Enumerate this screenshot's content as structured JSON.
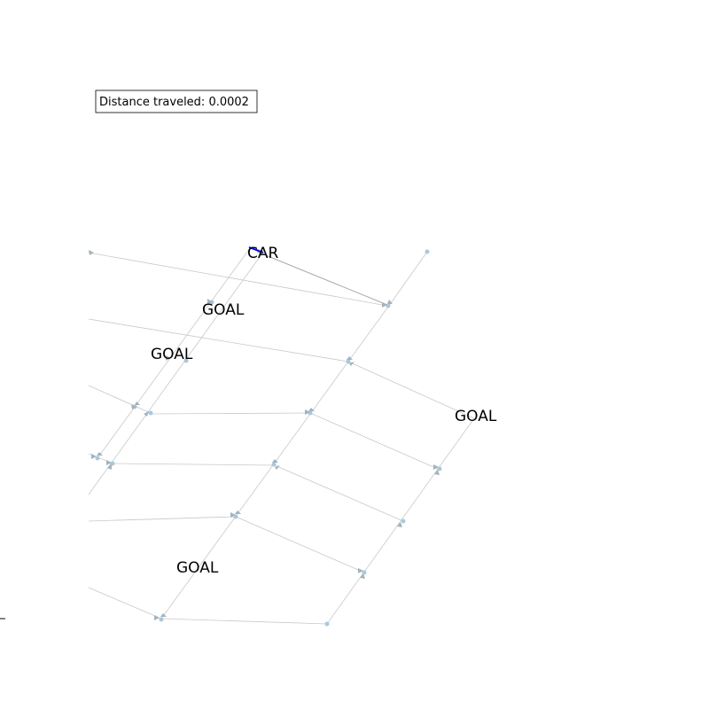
{
  "hud": {
    "distance_label": "Distance traveled: 0.0002"
  },
  "labels": {
    "car": "CAR",
    "goal_1": "GOAL",
    "goal_2": "GOAL",
    "goal_3": "GOAL",
    "goal_4": "GOAL"
  },
  "colors": {
    "car_marker": "#0000ff",
    "edge": "#c8c8c8",
    "node": "#a9c8dd"
  }
}
